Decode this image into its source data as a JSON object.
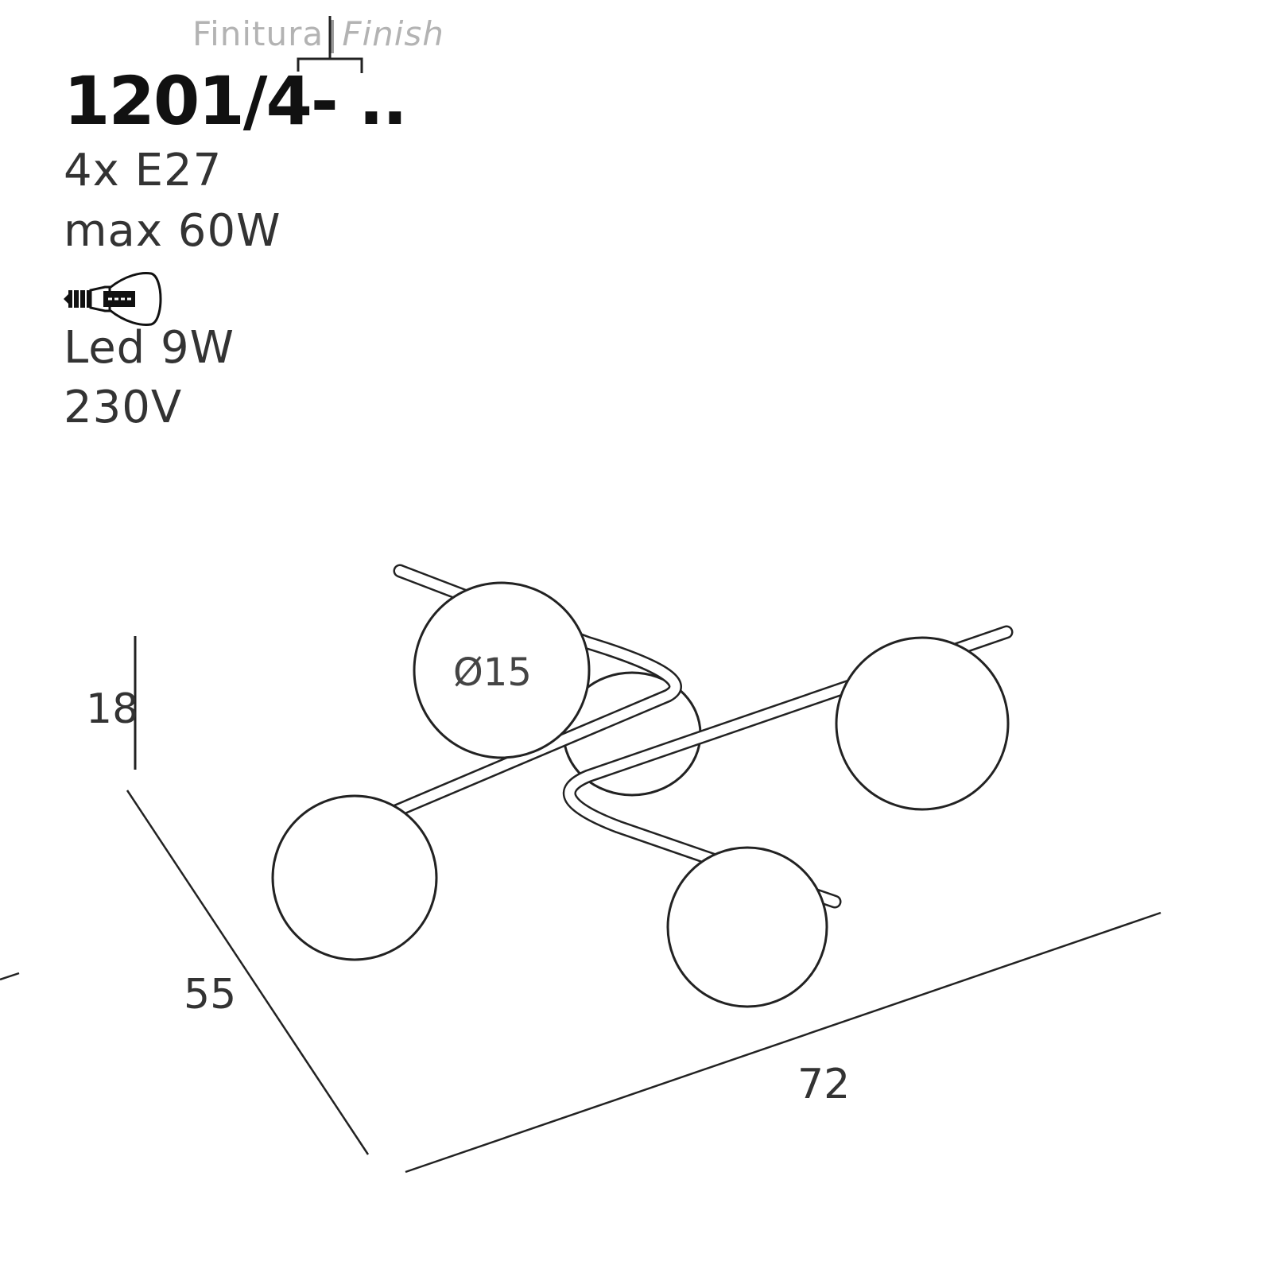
{
  "finish": {
    "it": "Finitura",
    "sep": "|",
    "en": "Finish"
  },
  "model_code": "1201/4- ..",
  "specs": {
    "bulbs": "4x E27",
    "max_power": "max 60W",
    "led": "Led 9W",
    "voltage": "230V"
  },
  "icons": {
    "bulb": "led-bulb-icon"
  },
  "dimensions": {
    "height": "18",
    "depth": "55",
    "width": "72",
    "globe_diameter": "Ø15"
  }
}
